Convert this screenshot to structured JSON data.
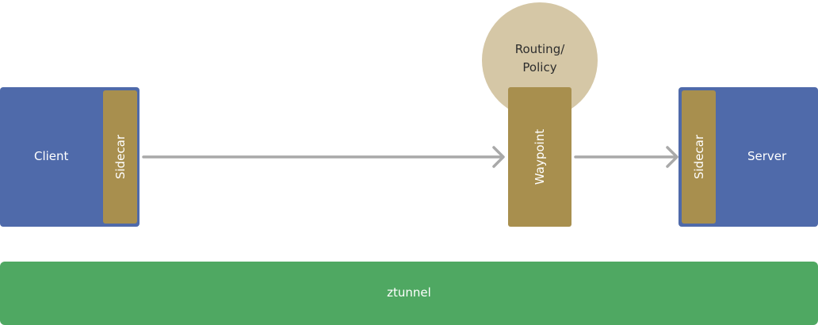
{
  "nodes": {
    "client": "Client",
    "client_sidecar": "Sidecar",
    "policy_line1": "Routing/",
    "policy_line2": "Policy",
    "waypoint": "Waypoint",
    "server_sidecar": "Sidecar",
    "server": "Server",
    "ztunnel": "ztunnel"
  },
  "edges": [
    {
      "from": "Sidecar (Client)",
      "to": "Waypoint"
    },
    {
      "from": "Waypoint",
      "to": "Sidecar (Server)"
    }
  ],
  "colors": {
    "workload": "#4f6aaa",
    "proxy": "#a88f4e",
    "policy": "#d5c7a6",
    "ztunnel": "#4fa862",
    "arrow": "#a9a9a9"
  }
}
